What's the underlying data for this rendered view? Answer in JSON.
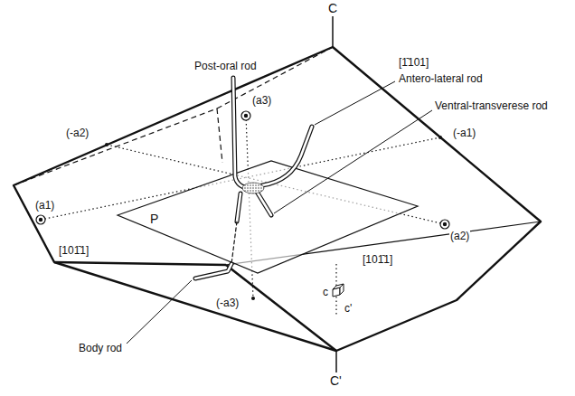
{
  "diagram": {
    "labels": [
      "C",
      "Post-oral rod",
      "(a3)",
      "[1̄101]",
      "Antero-lateral rod",
      "(-a2)",
      "(-a1)",
      "Ventral-transverese rod",
      "P",
      "(a1)",
      "c",
      "c'",
      "(a2)",
      "[101̄1]",
      "[101̄1]",
      "(-a3)",
      "Body rod",
      "C'"
    ]
  }
}
